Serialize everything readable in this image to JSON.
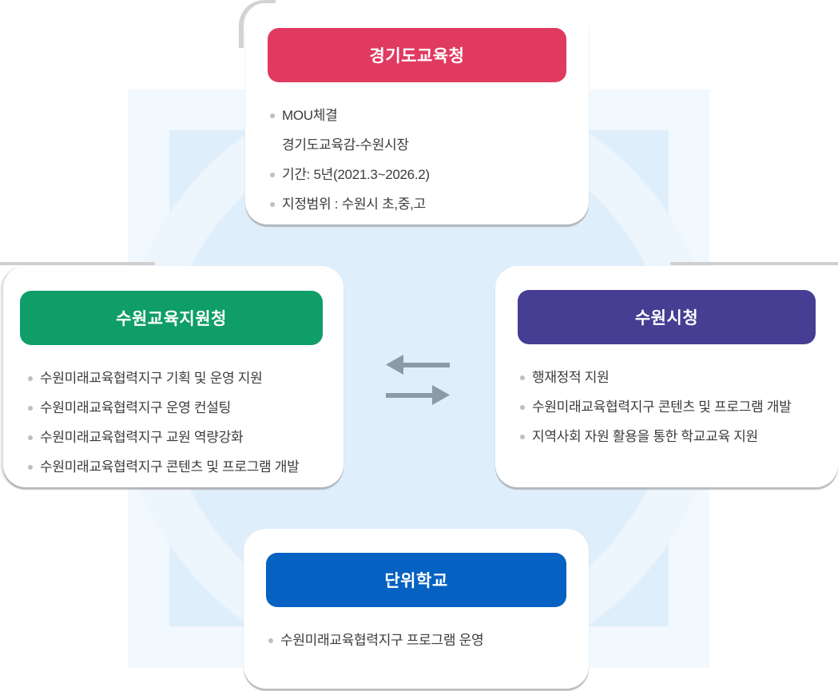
{
  "colors": {
    "page_background": "#ffffff",
    "text": "#3c3c3c",
    "bullet_dot": "#b9c0c7",
    "arrow": "#8c9aa8",
    "bg_square_outer": "#f1f8fe",
    "bg_square_inner": "#dfeefb",
    "bg_ring": "#edf5fd",
    "crop_shadow": "#cfcfcf"
  },
  "cards": {
    "top": {
      "title": "경기도교육청",
      "header_color": "#e13a61",
      "items": [
        {
          "bullet": true,
          "text": "MOU체결"
        },
        {
          "bullet": false,
          "text": "경기도교육감-수원시장"
        },
        {
          "bullet": true,
          "text": "기간: 5년(2021.3~2026.2)"
        },
        {
          "bullet": true,
          "text": "지정범위 : 수원시 초,중,고"
        }
      ]
    },
    "left": {
      "title": "수원교육지원청",
      "header_color": "#0f9e67",
      "items": [
        {
          "bullet": true,
          "text": "수원미래교육협력지구 기획 및 운영 지원"
        },
        {
          "bullet": true,
          "text": "수원미래교육협력지구 운영 컨설팅"
        },
        {
          "bullet": true,
          "text": "수원미래교육협력지구 교원 역량강화"
        },
        {
          "bullet": true,
          "text": "수원미래교육협력지구 콘텐츠 및 프로그램 개발"
        }
      ]
    },
    "right": {
      "title": "수원시청",
      "header_color": "#453e93",
      "items": [
        {
          "bullet": true,
          "text": "행재정적 지원"
        },
        {
          "bullet": true,
          "text": "수원미래교육협력지구 콘텐츠 및 프로그램 개발"
        },
        {
          "bullet": true,
          "text": "지역사회 자원 활용을 통한 학교교육 지원"
        }
      ]
    },
    "bottom": {
      "title": "단위학교",
      "header_color": "#0561c2",
      "items": [
        {
          "bullet": true,
          "text": "수원미래교육협력지구 프로그램 운영"
        }
      ]
    }
  },
  "icons": {
    "exchange_left": "left-arrow-icon",
    "exchange_right": "right-arrow-icon"
  }
}
